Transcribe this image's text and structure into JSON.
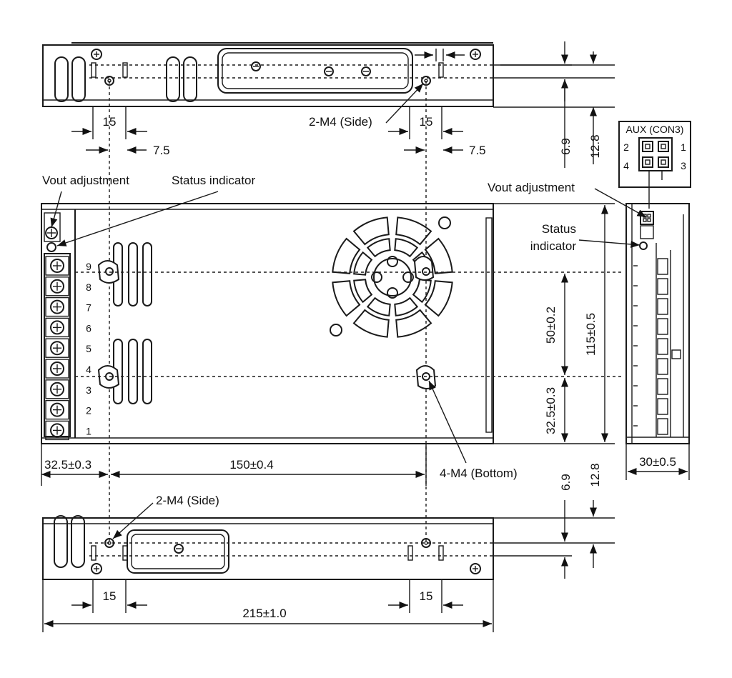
{
  "labels": {
    "two_m4_side_top": "2-M4 (Side)",
    "two_m4_side_bottom": "2-M4 (Side)",
    "vout_adjustment_left": "Vout adjustment",
    "status_indicator_left": "Status indicator",
    "vout_adjustment_right": "Vout adjustment",
    "status_indicator_right_line1": "Status",
    "status_indicator_right_line2": "indicator",
    "four_m4_bottom": "4-M4 (Bottom)",
    "aux_connector": "AUX (CON3)"
  },
  "aux_pins": [
    "2",
    "1",
    "4",
    "3"
  ],
  "terminal_numbers": [
    "9",
    "8",
    "7",
    "6",
    "5",
    "4",
    "3",
    "2",
    "1"
  ],
  "dimensions": {
    "top_left_15": "15",
    "top_left_7_5": "7.5",
    "top_right_15": "15",
    "top_right_7_5": "7.5",
    "top_6_9": "6.9",
    "top_12_8": "12.8",
    "mid_50": "50±0.2",
    "mid_115": "115±0.5",
    "mid_32_5_v": "32.5±0.3",
    "mid_32_5_h": "32.5±0.3",
    "mid_150": "150±0.4",
    "side_30": "30±0.5",
    "bot_6_9": "6.9",
    "bot_12_8": "12.8",
    "bot_left_15": "15",
    "bot_right_15": "15",
    "bot_215": "215±1.0"
  }
}
